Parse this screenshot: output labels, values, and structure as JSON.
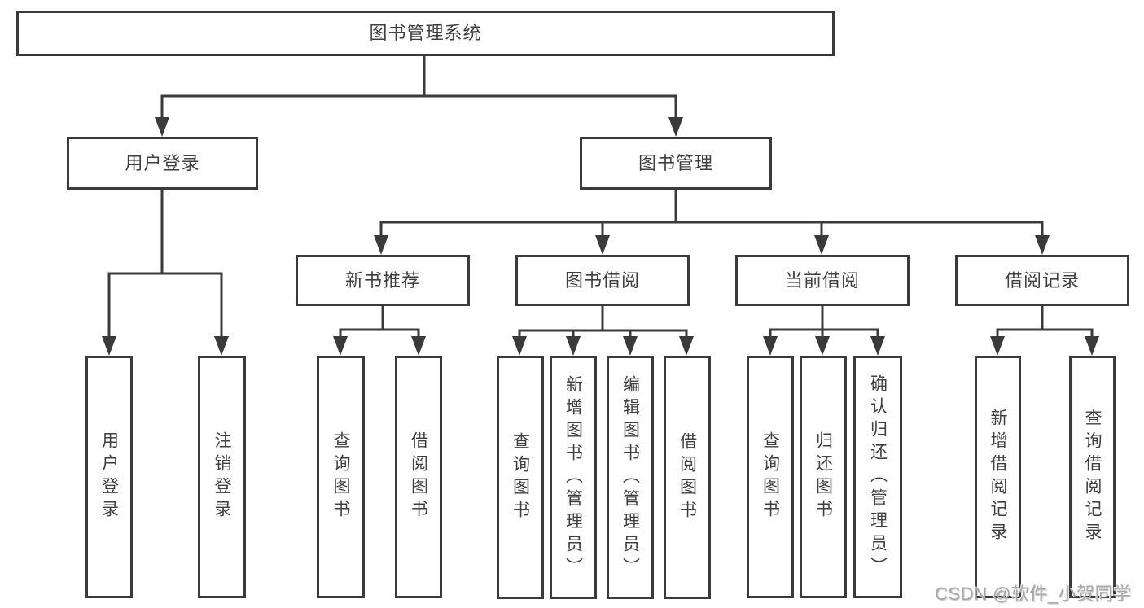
{
  "colors": {
    "background": "#ffffff",
    "line": "#3a3a3a",
    "box_border": "#3a3a3a",
    "text": "#3f3f3f",
    "watermark": "#a9a9a9"
  },
  "nodes": {
    "root": "图书管理系统",
    "l2": [
      "用户登录",
      "图书管理"
    ],
    "l3": [
      "新书推荐",
      "图书借阅",
      "当前借阅",
      "借阅记录"
    ],
    "login_children": [
      "用户登录",
      "注销登录"
    ],
    "newbook_children": [
      "查询图书",
      "借阅图书"
    ],
    "borrow_children": [
      "查询图书",
      "新增图书（管理员）",
      "编辑图书（管理员）",
      "借阅图书"
    ],
    "current_children": [
      "查询图书",
      "归还图书",
      "确认归还（管理员）"
    ],
    "record_children": [
      "新增借阅记录",
      "查询借阅记录"
    ]
  },
  "watermark": "CSDN @软件_小贺同学"
}
